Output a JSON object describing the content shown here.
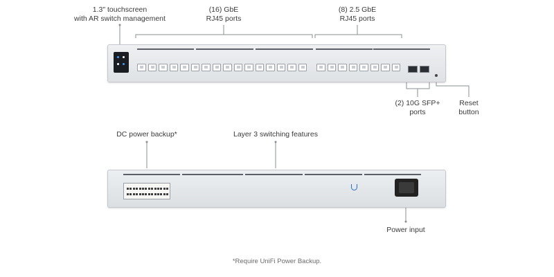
{
  "front_labels": {
    "touchscreen": [
      "1.3\" touchscreen",
      "with AR switch management"
    ],
    "gbe_ports": [
      "(16) GbE",
      "RJ45 ports"
    ],
    "gbe25_ports": [
      "(8) 2.5 GbE",
      "RJ45 ports"
    ],
    "sfp_ports": [
      "(2) 10G SFP+",
      "ports"
    ],
    "reset": [
      "Reset",
      "button"
    ]
  },
  "rear_labels": {
    "dc_power": "DC power backup*",
    "layer3": "Layer 3 switching features",
    "power_input": "Power input"
  },
  "footnote": "*Require UniFi Power Backup.",
  "colors": {
    "accent": "#1f6fd1",
    "line": "#8a8f95",
    "chassis": "#e4e7ea"
  },
  "icons": [
    "touchscreen-icon",
    "unifi-logo-icon"
  ]
}
